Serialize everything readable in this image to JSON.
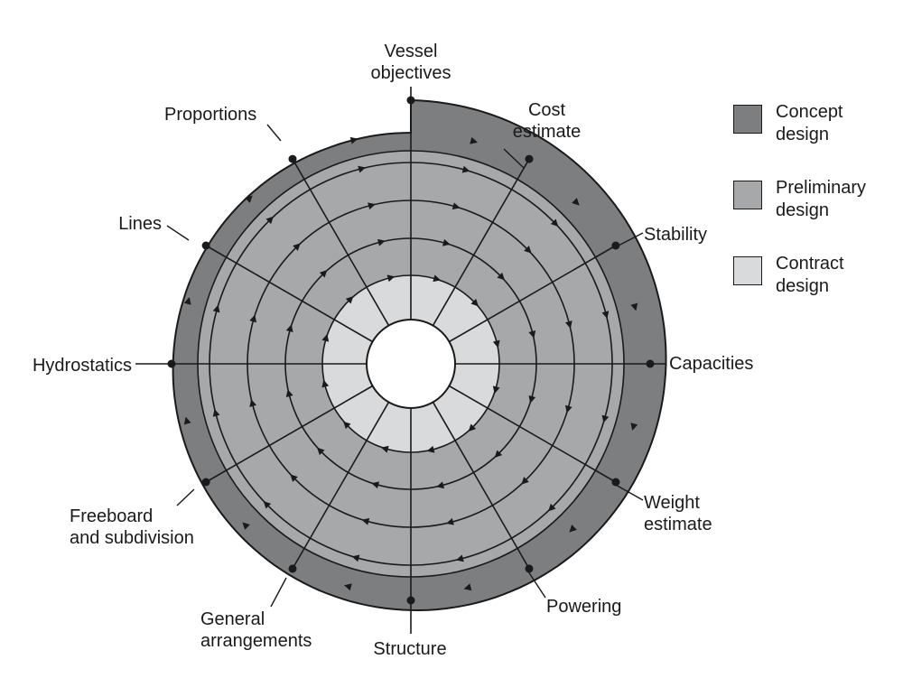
{
  "diagram": {
    "spokes": [
      {
        "label": "Vessel\nobjectives"
      },
      {
        "label": "Cost\nestimate"
      },
      {
        "label": "Stability"
      },
      {
        "label": "Capacities"
      },
      {
        "label": "Weight\nestimate"
      },
      {
        "label": "Powering"
      },
      {
        "label": "Structure"
      },
      {
        "label": "General\narrangements"
      },
      {
        "label": "Freeboard\nand subdivision"
      },
      {
        "label": "Hydrostatics"
      },
      {
        "label": "Lines"
      },
      {
        "label": "Proportions"
      }
    ],
    "legend": [
      {
        "label": "Concept\ndesign",
        "color": "#7d7e80"
      },
      {
        "label": "Preliminary\ndesign",
        "color": "#a7a8aa"
      },
      {
        "label": "Contract\ndesign",
        "color": "#d9dadb"
      }
    ],
    "colors": {
      "line": "#1a1a1a",
      "concept": "#7d7e80",
      "preliminary": "#a7a8aa",
      "contract": "#d9dadb"
    }
  }
}
